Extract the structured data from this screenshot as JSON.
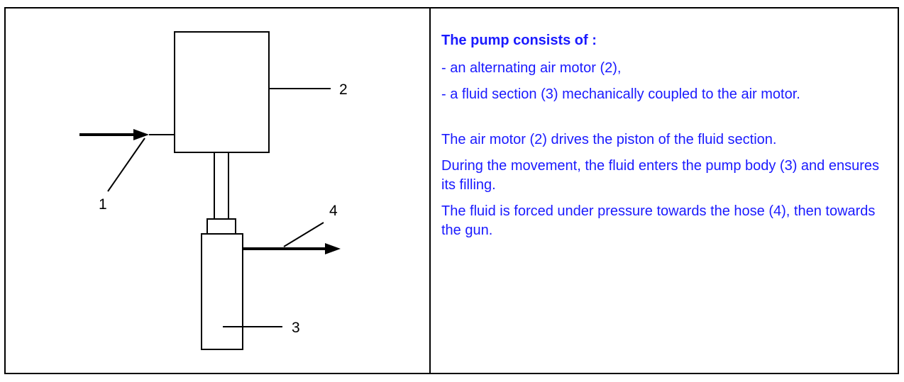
{
  "diagram": {
    "labels": {
      "inlet": "1",
      "air_motor": "2",
      "fluid_section": "3",
      "outlet": "4"
    }
  },
  "description": {
    "title": "The pump consists of :",
    "items": [
      "- an alternating air motor (2),",
      "- a fluid section (3) mechanically coupled to the air motor."
    ],
    "paragraphs": [
      "The air motor (2) drives the piston of the fluid section.",
      "During the movement, the fluid enters the pump body (3) and ensures its filling.",
      "The fluid is forced under pressure towards the hose (4), then towards the gun."
    ]
  },
  "colors": {
    "text": "#1a1aff",
    "lines": "#000000",
    "background": "#ffffff"
  }
}
